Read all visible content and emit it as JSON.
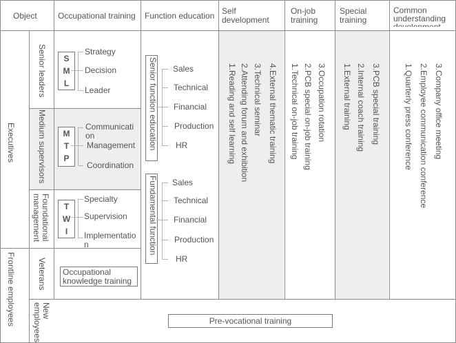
{
  "headers": {
    "object": "Object",
    "occupational": "Occupational training",
    "function": "Function education",
    "self": "Self development",
    "onjob": "On-job training",
    "special": "Special training",
    "common": "Common understanding development"
  },
  "objects": {
    "executives": "Executives",
    "frontline": "Frontline employees",
    "senior_leaders": "Senior leaders",
    "medium_supervisors": "Medium supervisors",
    "foundational": "Foundational management",
    "veterans": "Veterans",
    "new_employees": "New employees"
  },
  "occupational": {
    "sml": {
      "label": "SML",
      "items": [
        "Strategy",
        "Decision",
        "Leader"
      ]
    },
    "mtp": {
      "label": "MTP",
      "items": [
        "Communication",
        "Management",
        "Coordination"
      ]
    },
    "twi": {
      "label": "TWI",
      "items": [
        "Specialty",
        "Supervision",
        "Implementation"
      ]
    },
    "knowledge": "Occupational knowledge training"
  },
  "function_education": {
    "senior": {
      "title": "Senior function education",
      "items": [
        "Sales",
        "Technical",
        "Financial",
        "Production",
        "HR"
      ]
    },
    "fundamental": {
      "title": "Fundamental function",
      "items": [
        "Sales",
        "Technical",
        "Financial",
        "Production",
        "HR"
      ]
    }
  },
  "self_development": [
    "1.Reading and self learning",
    "2.Attending forum and exhibition",
    "3.Technical seminar",
    "4.External thematic training"
  ],
  "onjob_training": [
    "1.Technical on-job training",
    "2.PCB special on-job training",
    "3.Occupation rotation"
  ],
  "special_training": [
    "1.External training",
    "2.Internal coach training",
    "3.PCB special training"
  ],
  "common_understanding": [
    "1.Quarterly press conference",
    "2.Employee communication conference",
    "3.Company office meeting"
  ],
  "prevocational": "Pre-vocational training"
}
